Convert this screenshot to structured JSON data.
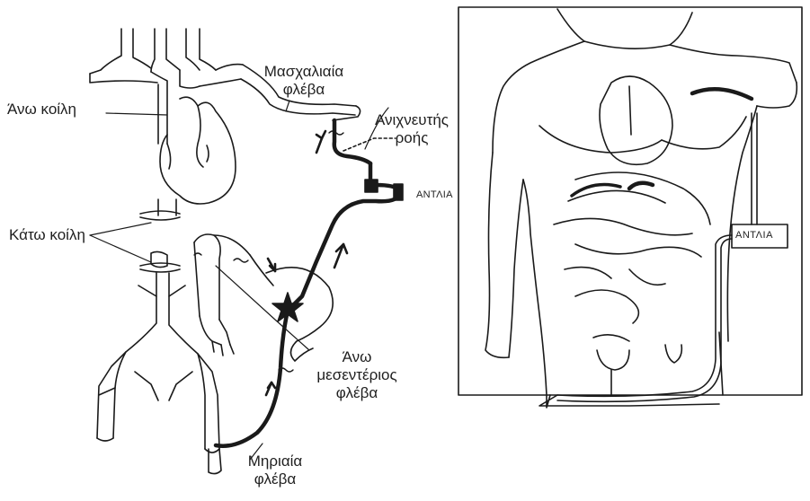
{
  "labels": {
    "axillary_vein": [
      "Μασχαλιαία",
      "φλέβα"
    ],
    "flow_detector": [
      "Ανιχνευτής",
      "ροής"
    ],
    "superior_vena_cava": "Άνω κοίλη",
    "pump_left": "ΑΝΤΛΙΑ",
    "inferior_vena_cava": "Κάτω κοίλη",
    "superior_mesenteric_vein": [
      "Άνω",
      "μεσεντέριος",
      "φλέβα"
    ],
    "femoral_vein": [
      "Μηριαία",
      "φλέβα"
    ],
    "pump_right": "ΑΝΤΛΙΑ"
  },
  "colors": {
    "line": "#1a1a1a",
    "background": "#ffffff"
  }
}
